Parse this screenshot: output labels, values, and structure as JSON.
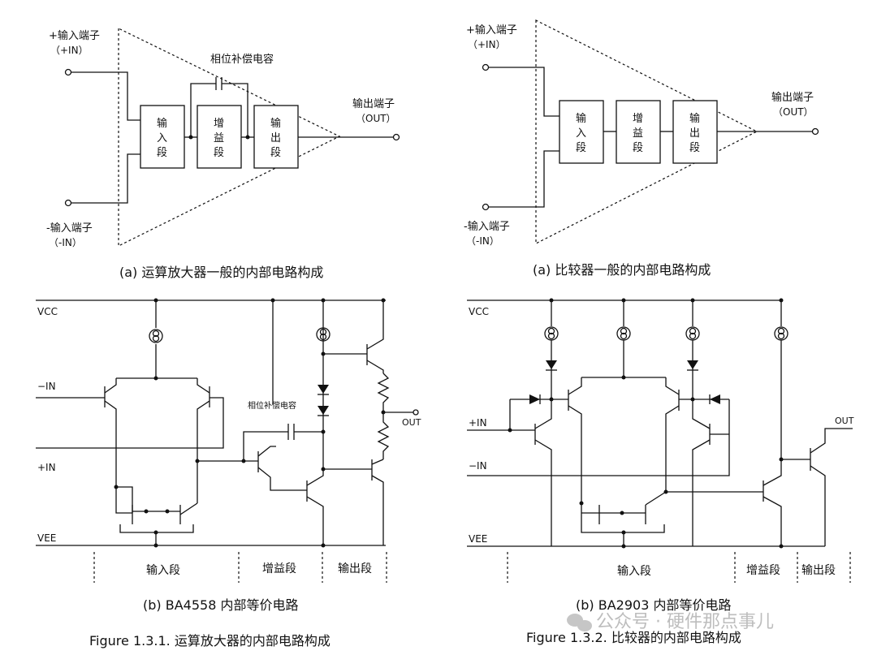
{
  "top_left": {
    "in_plus": "+输入端子",
    "in_plus_sub": "（+IN）",
    "in_minus": "-输入端子",
    "in_minus_sub": "（-IN）",
    "comp": "相位补偿电容",
    "out": "输出端子",
    "out_sub": "（OUT）",
    "blocks": [
      [
        "输",
        "入",
        "段"
      ],
      [
        "增",
        "益",
        "段"
      ],
      [
        "输",
        "出",
        "段"
      ]
    ],
    "caption": "(a)  运算放大器一般的内部电路构成"
  },
  "top_right": {
    "in_plus": "+输入端子",
    "in_plus_sub": "（+IN）",
    "in_minus": "-输入端子",
    "in_minus_sub": "（-IN）",
    "out": "输出端子",
    "out_sub": "（OUT）",
    "blocks": [
      [
        "输",
        "入",
        "段"
      ],
      [
        "增",
        "益",
        "段"
      ],
      [
        "输",
        "出",
        "段"
      ]
    ],
    "caption": "(a)  比较器一般的内部电路构成"
  },
  "bottom_left": {
    "vcc": "VCC",
    "in_minus": "−IN",
    "in_plus": "+IN",
    "vee": "VEE",
    "comp": "相位补偿电容",
    "out": "OUT",
    "sections": [
      "输入段",
      "增益段",
      "输出段"
    ],
    "caption": "(b) BA4558  内部等价电路",
    "figure": "Figure 1.3.1.  运算放大器的内部电路构成"
  },
  "bottom_right": {
    "vcc": "VCC",
    "in_plus": "+IN",
    "in_minus": "−IN",
    "vee": "VEE",
    "out": "OUT",
    "sections": [
      "输入段",
      "增益段",
      "输出段"
    ],
    "caption": "(b) BA2903  内部等价电路",
    "figure": "Figure 1.3.2.  比较器的内部电路构成"
  },
  "watermark": "公众号 · 硬件那点事儿"
}
